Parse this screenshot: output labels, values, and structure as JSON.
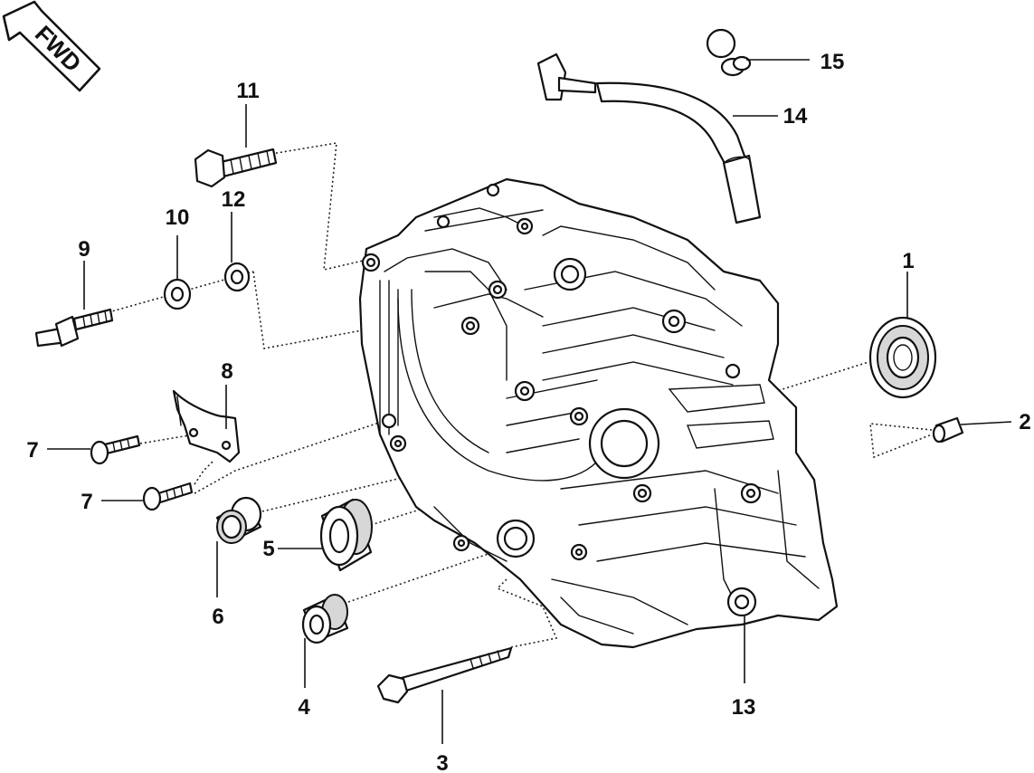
{
  "fwd_label": "FWD",
  "callouts": {
    "c1": "1",
    "c2": "2",
    "c3": "3",
    "c4": "4",
    "c5": "5",
    "c6": "6",
    "c7a": "7",
    "c7b": "7",
    "c8": "8",
    "c9": "9",
    "c10": "10",
    "c11": "11",
    "c12": "12",
    "c13": "13",
    "c14": "14",
    "c15": "15"
  }
}
